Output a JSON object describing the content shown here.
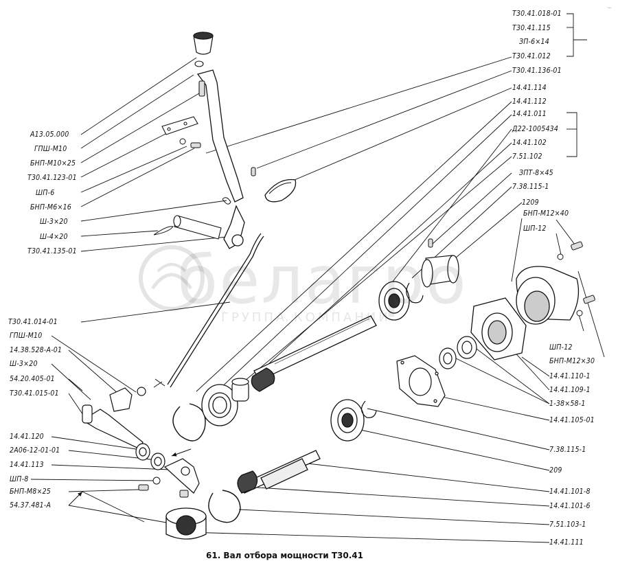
{
  "title": "61. Вал отбора мощности  Т30.41",
  "watermark": {
    "name": "белагро",
    "subtitle": "ГРУППА КОМПАНИЙ"
  },
  "corner_mark": "·--",
  "labels_left": [
    {
      "id": "a13",
      "text": "А13.05.000"
    },
    {
      "id": "gsh1",
      "text": "ГПШ-М10"
    },
    {
      "id": "bnp25",
      "text": "БНП-М10×25"
    },
    {
      "id": "t123",
      "text": "Т30.41.123-01"
    },
    {
      "id": "shp6",
      "text": "ШП-6"
    },
    {
      "id": "bnp16",
      "text": "БНП-М6×16"
    },
    {
      "id": "sh320",
      "text": "Ш-3×20"
    },
    {
      "id": "sh420",
      "text": "Ш-4×20"
    },
    {
      "id": "t135",
      "text": "Т30.41.135-01"
    },
    {
      "id": "t014",
      "text": "Т30.41.014-01"
    },
    {
      "id": "gsh2",
      "text": "ГПШ-М10"
    },
    {
      "id": "t528",
      "text": "14.38.528-А-01"
    },
    {
      "id": "sh320b",
      "text": "Ш-3×20"
    },
    {
      "id": "t405",
      "text": "54.20.405-01"
    },
    {
      "id": "t015",
      "text": "Т30.41.015-01"
    },
    {
      "id": "t120",
      "text": "14.41.120"
    },
    {
      "id": "a06",
      "text": "2А06-12-01-01"
    },
    {
      "id": "t113",
      "text": "14.41.113"
    },
    {
      "id": "shp8",
      "text": "ШП-8"
    },
    {
      "id": "bnp8",
      "text": "БНП-М8×25"
    },
    {
      "id": "t481",
      "text": "54.37.481-А"
    }
  ],
  "labels_right": [
    {
      "id": "t018",
      "text": "Т30.41.018-01"
    },
    {
      "id": "t115",
      "text": "Т30.41.115"
    },
    {
      "id": "zp614",
      "text": "ЗП-6×14"
    },
    {
      "id": "t012",
      "text": "Т30.41.012"
    },
    {
      "id": "t136",
      "text": "Т30.41.136-01"
    },
    {
      "id": "r114",
      "text": "14.41.114"
    },
    {
      "id": "r112",
      "text": "14.41.112"
    },
    {
      "id": "r011",
      "text": "14.41.011"
    },
    {
      "id": "d22",
      "text": "Д22-1005434"
    },
    {
      "id": "r102",
      "text": "14.41.102"
    },
    {
      "id": "r7102",
      "text": "7.51.102"
    },
    {
      "id": "zpt",
      "text": "ЗПТ-8×45"
    },
    {
      "id": "r7381",
      "text": "7.38.115-1"
    },
    {
      "id": "r1209",
      "text": "1209"
    },
    {
      "id": "bnp40",
      "text": "БНП-М12×40"
    },
    {
      "id": "shp12a",
      "text": "ШП-12"
    },
    {
      "id": "shp12b",
      "text": "ШП-12"
    },
    {
      "id": "bnp30",
      "text": "БНП-М12×30"
    },
    {
      "id": "r110",
      "text": "14.41.110-1"
    },
    {
      "id": "r109",
      "text": "14.41.109-1"
    },
    {
      "id": "r138",
      "text": "1-38×58-1"
    },
    {
      "id": "r105",
      "text": "14.41.105-01"
    },
    {
      "id": "r7382",
      "text": "7.38.115-1"
    },
    {
      "id": "r209",
      "text": "209"
    },
    {
      "id": "r1018",
      "text": "14.41.101-8"
    },
    {
      "id": "r1016",
      "text": "14.41.101-6"
    },
    {
      "id": "r7103",
      "text": "7.51.103-1"
    },
    {
      "id": "r111",
      "text": "14.41.111"
    }
  ]
}
